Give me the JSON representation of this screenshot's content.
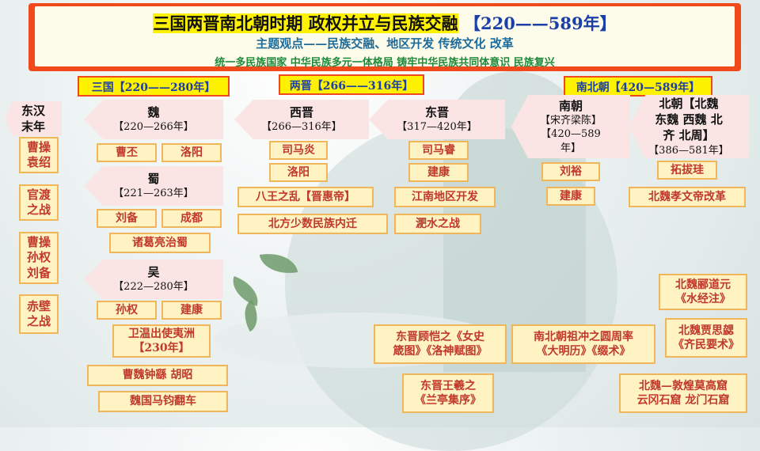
{
  "header": {
    "title": "三国两晋南北朝时期  政权并立与民族交融",
    "years": "【220——589年】",
    "theme": "主题观点——民族交融、地区开发  传统文化  改革",
    "concepts": "统一多民族国家   中华民族多元一体格局   铸牢中华民族共同体意识   民族复兴"
  },
  "eras": [
    {
      "label": "三国【220——280年】"
    },
    {
      "label": "两晋【266——316年】"
    },
    {
      "label": "南北朝【420—589年】"
    }
  ],
  "left_col": {
    "title_l1": "东汉",
    "title_l2": "末年",
    "items": [
      {
        "l1": "曹操",
        "l2": "袁绍"
      },
      {
        "l1": "官渡",
        "l2": "之战"
      },
      {
        "l1": "曹操",
        "l2": "孙权",
        "l3": "刘备"
      },
      {
        "l1": "赤壁",
        "l2": "之战"
      }
    ]
  },
  "wei": {
    "name": "魏",
    "years": "【220—266年】",
    "founder": "曹丕",
    "capital": "洛阳"
  },
  "shu": {
    "name": "蜀",
    "years": "【221—263年】",
    "founder": "刘备",
    "capital": "成都",
    "event": "诸葛亮治蜀"
  },
  "wu": {
    "name": "吴",
    "years": "【222—280年】",
    "founder": "孙权",
    "capital": "建康",
    "event_l1": "卫温出使夷洲",
    "event_l2": "【230年】"
  },
  "sanguo_extra": [
    "曹魏钟繇 胡昭",
    "魏国马钧翻车"
  ],
  "xijin": {
    "name": "西晋",
    "years": "【266—316年】",
    "founder": "司马炎",
    "capital": "洛阳",
    "events": [
      "八王之乱【晋惠帝】",
      "北方少数民族内迁"
    ]
  },
  "dongjin": {
    "name": "东晋",
    "years": "【317—420年】",
    "founder": "司马睿",
    "capital": "建康",
    "events": [
      "江南地区开发",
      "淝水之战"
    ]
  },
  "nanchao": {
    "name": "南朝",
    "years_l1": "【宋齐梁陈】",
    "years_l2": "【420—589",
    "years_l3": "年】",
    "founder": "刘裕",
    "capital": "建康"
  },
  "beichao": {
    "name_l1": "北朝【北魏",
    "name_l2": "东魏 西魏 北",
    "name_l3": "齐 北周】",
    "years": "【386—581年】",
    "founder": "拓拔珪",
    "event": "北魏孝文帝改革"
  },
  "culture": {
    "gu_l1": "东晋顾恺之《女史",
    "gu_l2": "箴图》《洛神赋图》",
    "wang_l1": "东晋王羲之",
    "wang_l2": "《兰亭集序》",
    "zu_l1": "南北朝祖冲之圆周率",
    "zu_l2": "《大明历》《缀术》",
    "li_l1": "北魏郦道元",
    "li_l2": "《水经注》",
    "jia_l1": "北魏贾思勰",
    "jia_l2": "《齐民要术》",
    "grotto_l1": "北魏—敦煌莫高窟",
    "grotto_l2": "云冈石窟  龙门石窟"
  }
}
